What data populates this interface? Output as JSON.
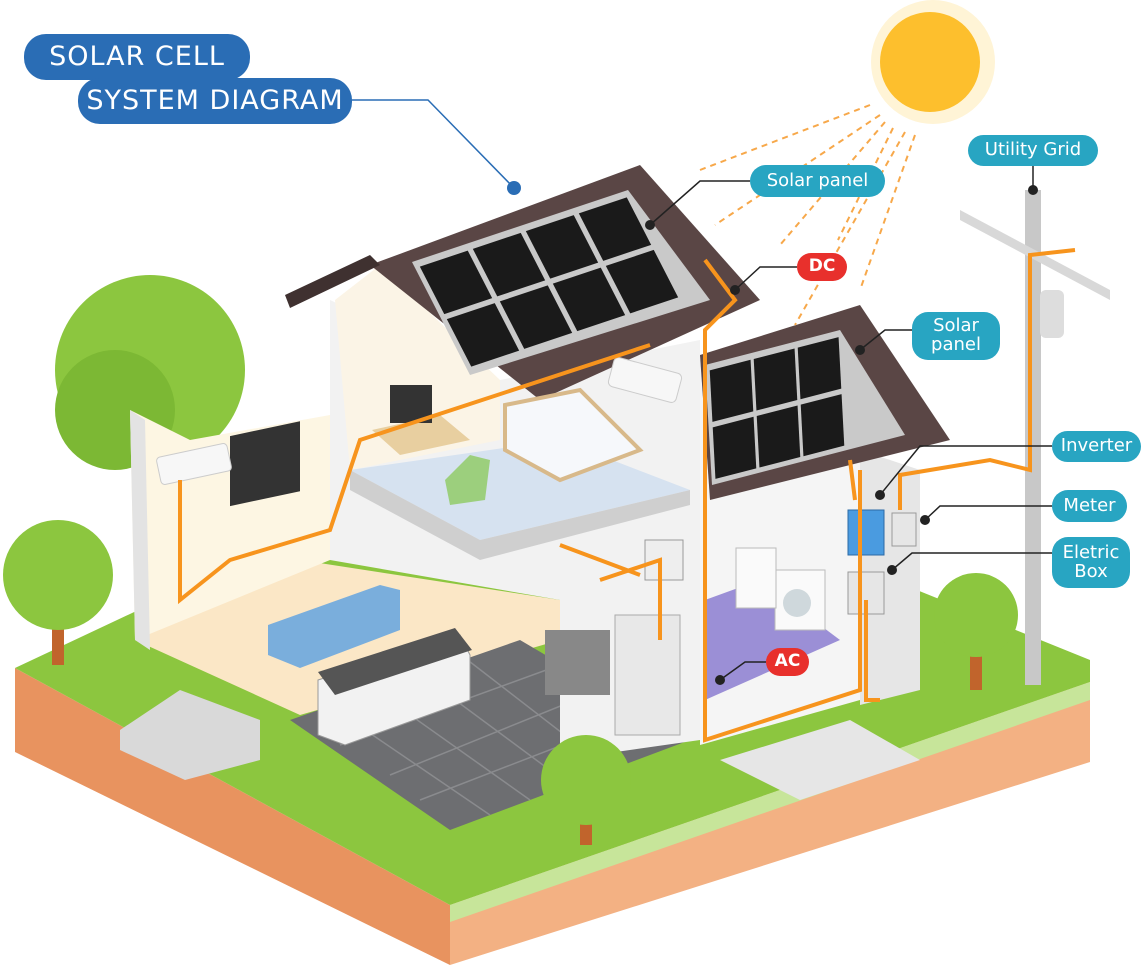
{
  "title": {
    "line1": "SOLAR CELL",
    "line2": "SYSTEM DIAGRAM"
  },
  "labels": {
    "solar_panel_1": "Solar panel",
    "dc": "DC",
    "solar_panel_2_line1": "Solar",
    "solar_panel_2_line2": "panel",
    "utility_grid": "Utility Grid",
    "inverter": "Inverter",
    "meter": "Meter",
    "electric_box_line1": "Eletric",
    "electric_box_line2": "Box",
    "ac": "AC"
  },
  "colors": {
    "title_blue": "#2a6db5",
    "label_teal": "#28a5c2",
    "label_red": "#e8302c",
    "wire_orange": "#f7941d",
    "sun_yellow": "#fdbf2d",
    "grass": "#8cc63f",
    "soil": "#f0a070"
  }
}
